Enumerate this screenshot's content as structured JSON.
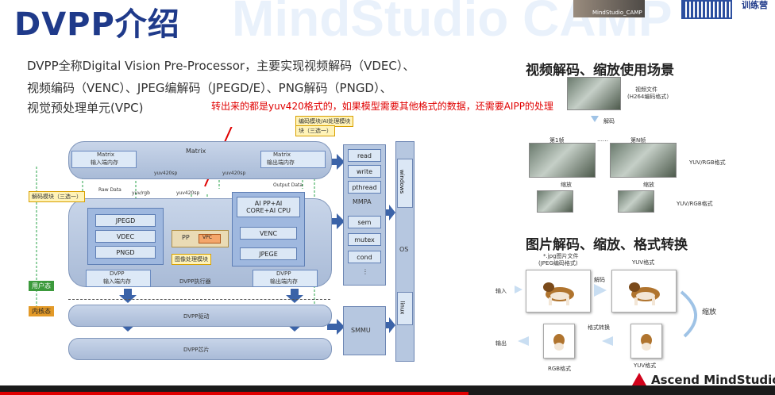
{
  "slide": {
    "title": "DVPP介绍",
    "watermark": "MindStudio CAMP",
    "desc_lines": [
      "DVPP全称Digital Vision Pre-Processor，主要实现视频解码（VDEC）、",
      "视频编码（VENC）、JPEG编解码（JPEGD/E）、PNG解码（PNGD）、",
      "视觉预处理单元(VPC)"
    ],
    "annotation": "转出来的都是yuv420格式的，如果模型需要其他格式的数据，还需要AIPP的处理",
    "footer_logo": "Ascend MindStudio",
    "video": {
      "label": "MindStudio_CAMP",
      "right_text": "训练营"
    }
  },
  "arch": {
    "matrix": "Matrix",
    "matrix_in": [
      "Matrix",
      "输入端内存"
    ],
    "matrix_out": [
      "Matrix",
      "输出端内存"
    ],
    "decode_label": "解码模块（三选一）",
    "encode_label": [
      "编码模块/AI处理模块",
      "块（三选一）"
    ],
    "decoders": [
      "JPEGD",
      "VDEC",
      "PNGD"
    ],
    "encoders": [
      "VENC",
      "JPEGE"
    ],
    "aipp": [
      "AI PP+AI",
      "CORE+AI CPU"
    ],
    "pp": "PP",
    "vpc": "VPC",
    "image_label": "图像处理模块",
    "raw_data": "Raw Data",
    "output_data": "Output Data",
    "yuv_rgb": "yuv/rgb",
    "yuv420sp_a": "yuv420sp",
    "yuv420sp_b": "yuv420sp",
    "yuv420sp_c": "yuv420sp",
    "dvpp_in": [
      "DVPP",
      "输入端内存"
    ],
    "dvpp_out": [
      "DVPP",
      "输出端内存"
    ],
    "dvpp_exec": "DVPP执行器",
    "user_mode": "用户态",
    "kernel_mode": "内核态",
    "driver": "DVPP驱动",
    "chip": "DVPP芯片",
    "mmpa_items": [
      "read",
      "write",
      "pthread"
    ],
    "mmpa": "MMPA",
    "sync_items": [
      "sem",
      "mutex",
      "cond",
      "⋮"
    ],
    "smmu": "SMMU",
    "windows": "windows",
    "linux": "linux",
    "os": "OS"
  },
  "video_scene": {
    "header": "视频解码、缩放使用场景",
    "source_label": [
      "视频文件",
      "(H264编码格式)"
    ],
    "decode": "解码",
    "frame1": "第1帧",
    "frameN": "第N帧",
    "dots": "……",
    "yuv_rgb": "YUV/RGB格式",
    "scale": "缩放",
    "yuv_rgb2": "YUV/RGB格式"
  },
  "image_scene": {
    "header": "图片解码、缩放、格式转换",
    "source_label": [
      "*.jpg图片文件",
      "(JPEG编码格式)"
    ],
    "yuv": "YUV格式",
    "input": "输入",
    "decode": "解码",
    "scale": "缩放",
    "convert": "格式转换",
    "output": "输出",
    "rgb": "RGB格式",
    "yuv2": "YUV格式"
  }
}
